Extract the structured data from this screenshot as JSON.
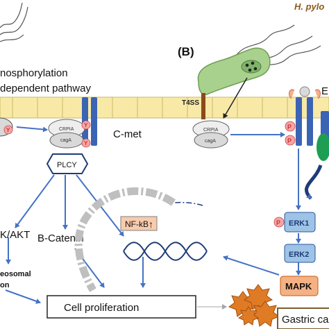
{
  "header": {
    "species": "H. pylo",
    "panel_label": "(B)"
  },
  "left_pathway": {
    "title_line1": "nosphorylation",
    "title_line2": "dependent pathway",
    "receptor_label": "C-met",
    "adapter_label": "PLCY",
    "complex_top": "CRPIA",
    "complex_bottom": "cagA",
    "phospho_label": "Y",
    "akt_label": "K/AKT",
    "catenin_label": "B-Catenin",
    "lysosomal_line1": "eosomal",
    "lysosomal_line2": "on"
  },
  "right_pathway": {
    "secretion_label": "T4SS",
    "complex_top": "CRPIA",
    "complex_bottom": "cagA",
    "phospho_label": "P",
    "egfr_label": "E",
    "kinases": [
      "ERK1",
      "ERK2"
    ],
    "mapk_label": "MAPK"
  },
  "nucleus": {
    "nfkb_label": "NF-kB",
    "arrow_glyph": "↑"
  },
  "outcomes": {
    "proliferation": "Cell proliferation",
    "cancer": "Gastric ca"
  },
  "colors": {
    "membrane": "#f8e9a6",
    "membrane_stroke": "#c9b96a",
    "receptor": "#3c64b4",
    "arrow": "#4472c4",
    "kinase_fill": "#9dc3e6",
    "mapk_fill": "#f4b183",
    "nfkb_fill": "#f8cbad",
    "bacterium": "#a9d18e",
    "egfr_green": "#1e9e52",
    "dna": "#1f3c78",
    "phospho_fill": "#f4a6a6",
    "tumor": "#e07b25"
  }
}
